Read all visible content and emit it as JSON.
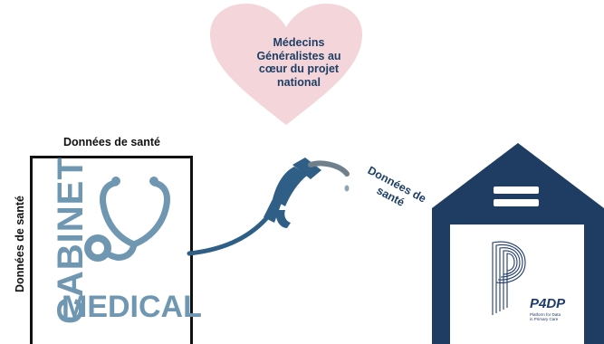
{
  "heart": {
    "line1": "Médecins",
    "line2": "Généralistes au",
    "line3": "cœur du projet",
    "line4": "national"
  },
  "labels": {
    "top": "Données de santé",
    "side": "Données de santé",
    "arrow_line1": "Données de",
    "arrow_line2": "santé"
  },
  "cabinet": {
    "vertical": "CABINET",
    "horizontal": "MEDICAL"
  },
  "p4dp": {
    "name": "P4DP",
    "subtitle_line1": "Platform for Data",
    "subtitle_line2": "in Primary Care"
  },
  "colors": {
    "heart": "#f4d6da",
    "navy": "#1d3f66",
    "cabinet_blue": "#6f97b2",
    "pump": "#2f5f86"
  }
}
